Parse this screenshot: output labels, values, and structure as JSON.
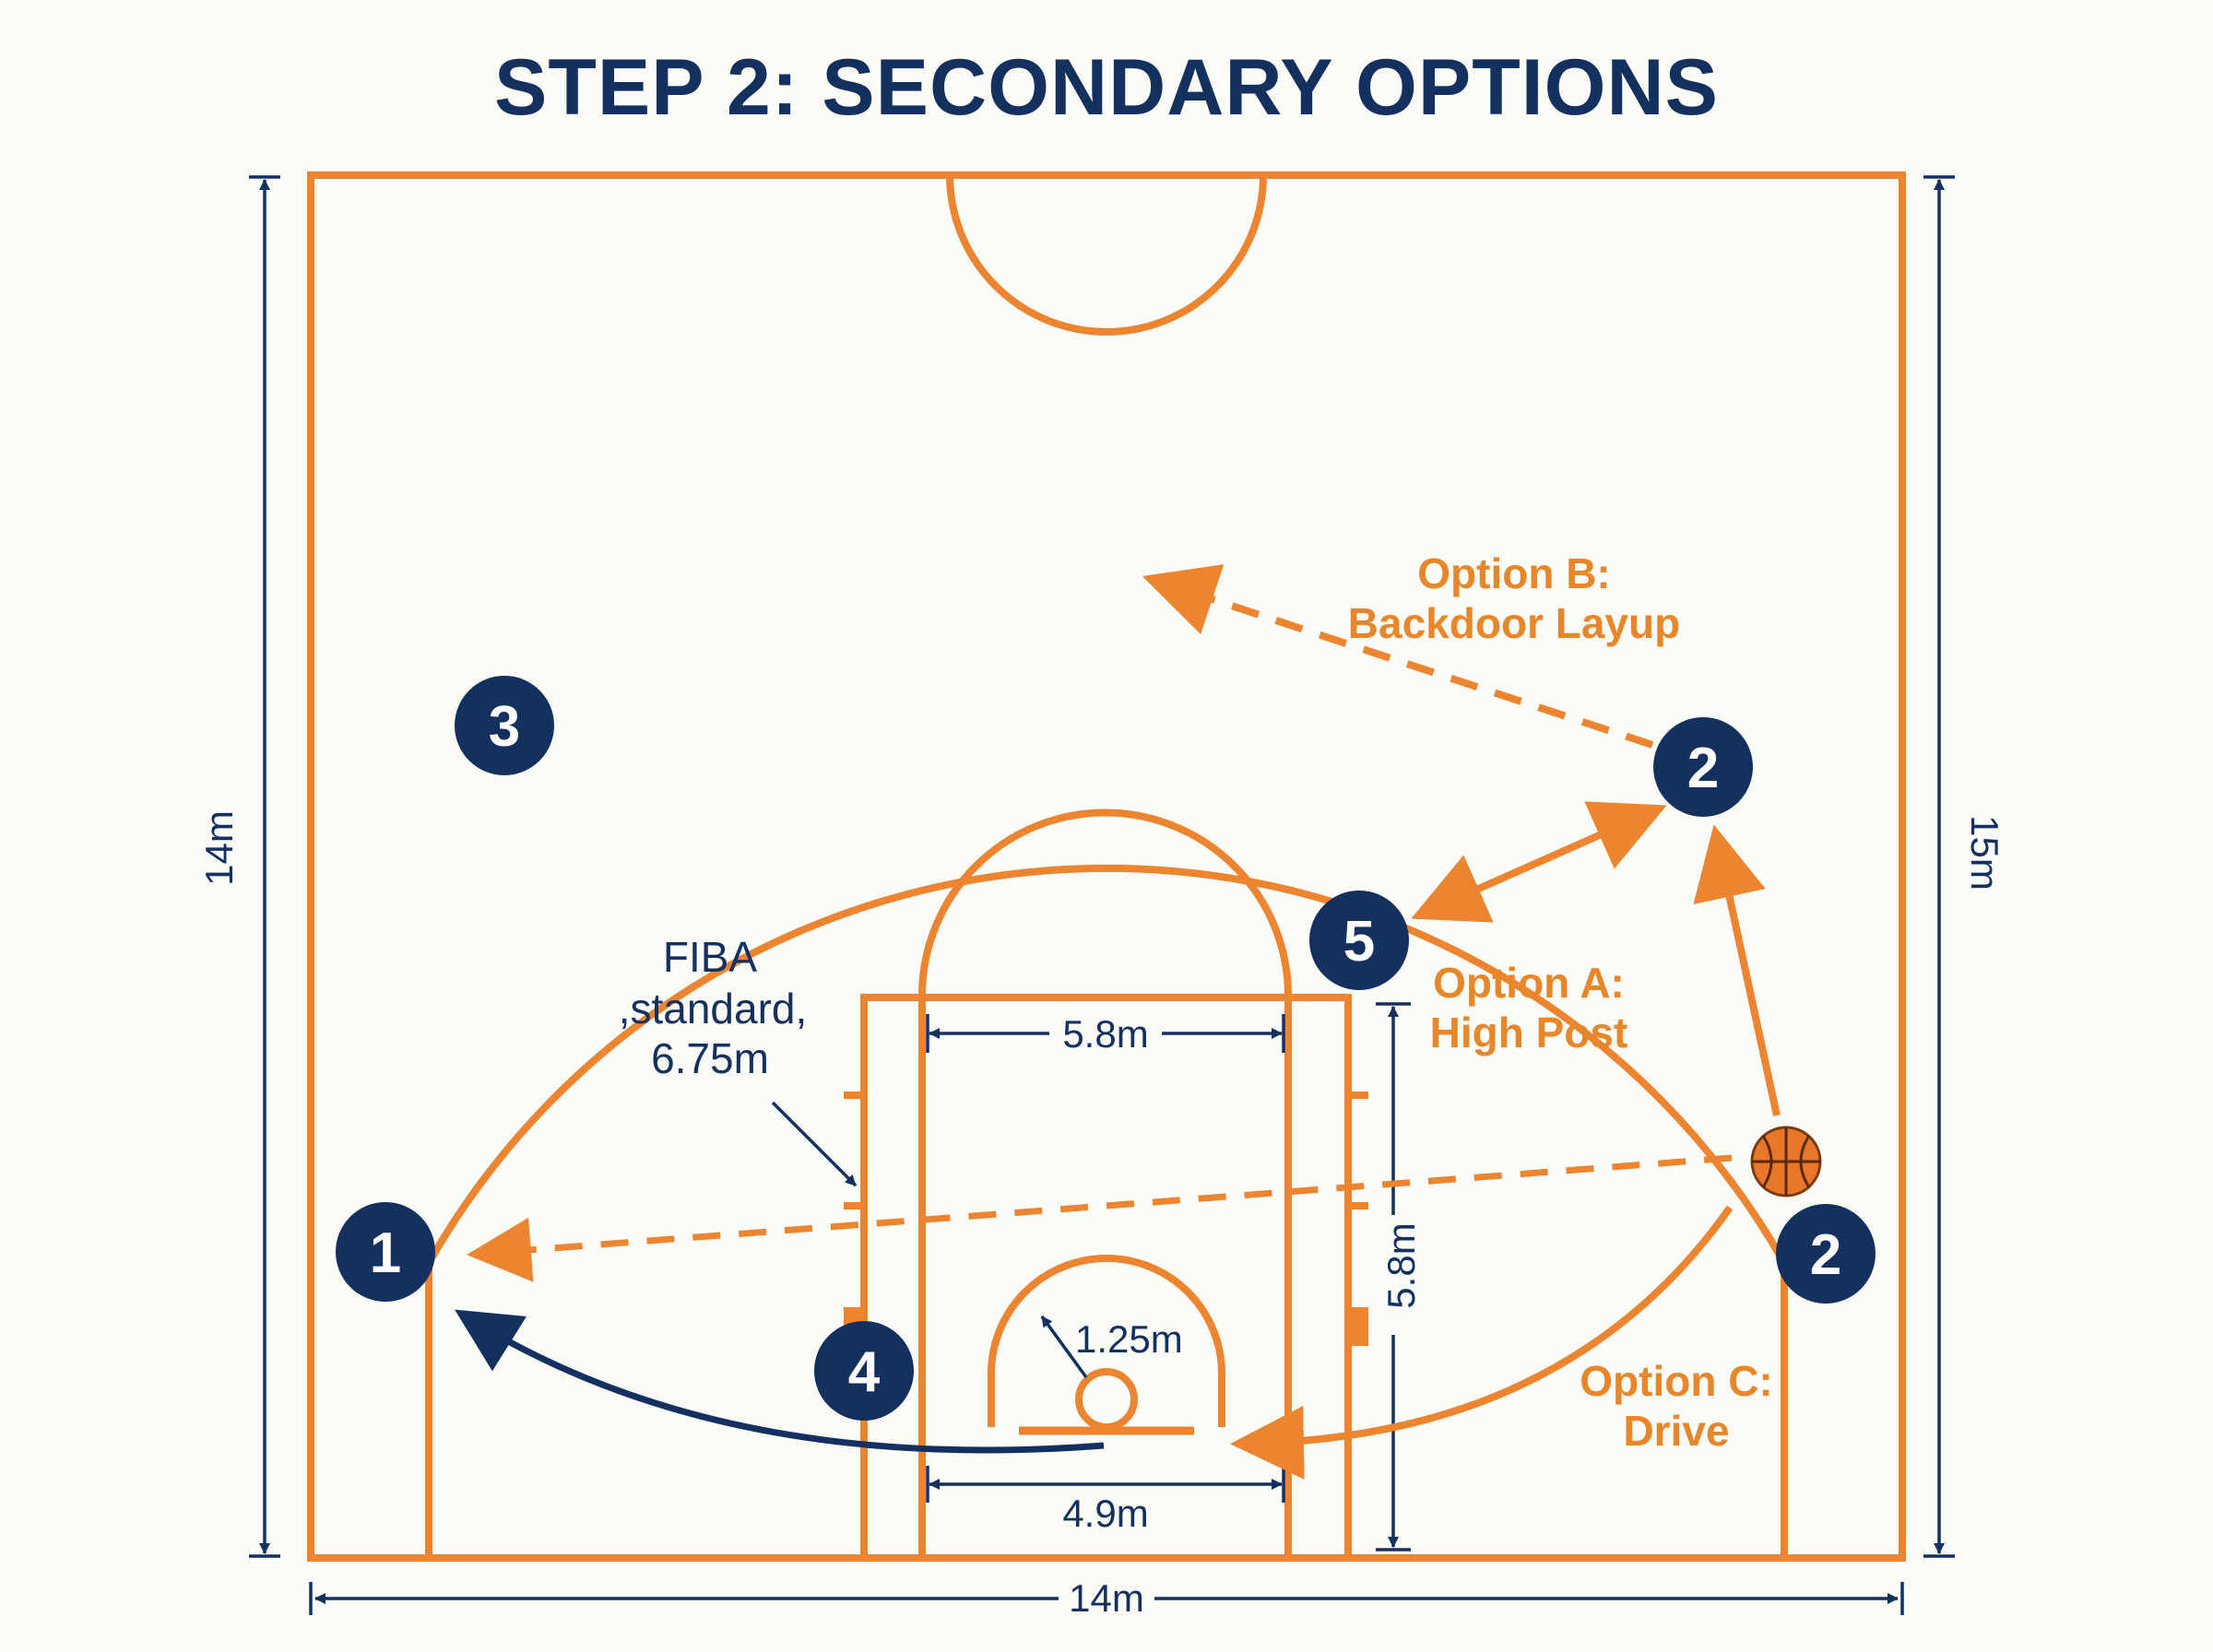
{
  "title": "STEP 2: SECONDARY OPTIONS",
  "colors": {
    "court_line": "#ec8430",
    "navy": "#14305f",
    "option_text": "#e8862a",
    "background": "#fbfbf8",
    "ball": "#e8772a"
  },
  "dimensions": {
    "left_height": "14m",
    "right_height": "15m",
    "bottom_width": "14m",
    "lane_top_width": "5.8m",
    "lane_bottom_width": "4.9m",
    "lane_length": "5.8m",
    "restricted_radius": "1.25m"
  },
  "three_point_note": {
    "line1": "FIBA",
    "line2": ",standard,",
    "line3": "6.75m"
  },
  "options": {
    "a": {
      "line1": "Option A:",
      "line2": "High Post"
    },
    "b": {
      "line1": "Option B:",
      "line2": "Backdoor Layup"
    },
    "c": {
      "line1": "Option C:",
      "line2": "Drive"
    }
  },
  "players": [
    {
      "id": "p1",
      "number": "1"
    },
    {
      "id": "p2-top",
      "number": "2"
    },
    {
      "id": "p2-wing",
      "number": "2"
    },
    {
      "id": "p3",
      "number": "3"
    },
    {
      "id": "p4",
      "number": "4"
    },
    {
      "id": "p5",
      "number": "5"
    }
  ],
  "ball": {
    "icon": "basketball-icon"
  }
}
